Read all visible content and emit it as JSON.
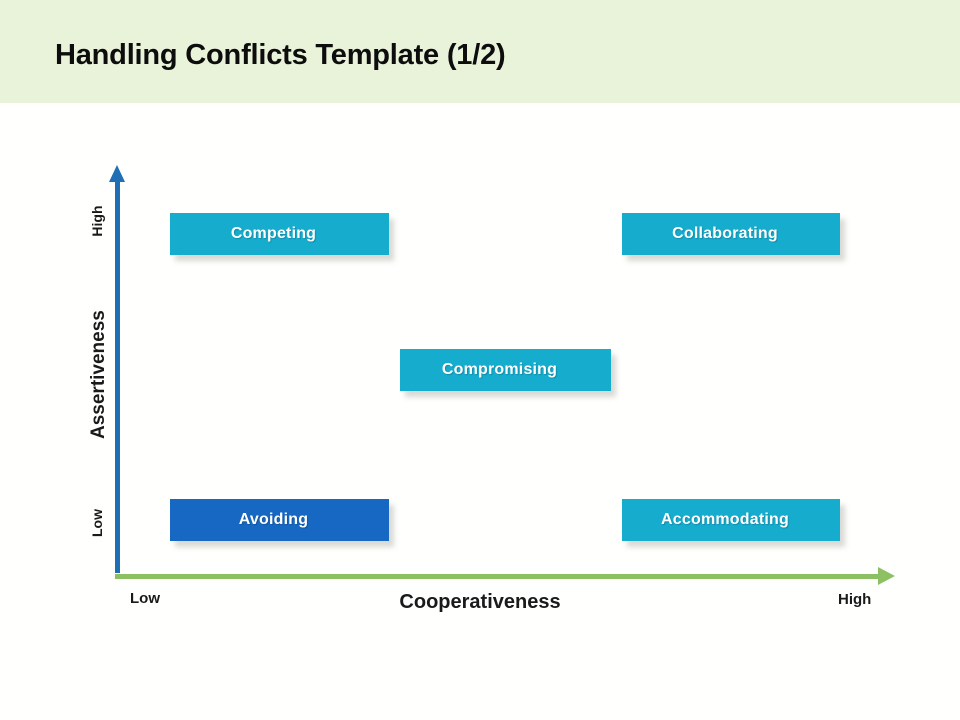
{
  "header": {
    "title": "Handling Conflicts Template (1/2)",
    "background_color": "#e9f3da",
    "title_color": "#0d0d0d"
  },
  "chart_data": {
    "type": "scatter",
    "title": "Handling Conflicts Template (1/2)",
    "xlabel": "Cooperativeness",
    "ylabel": "Assertiveness",
    "x_tick_labels": [
      "Low",
      "High"
    ],
    "y_tick_labels": [
      "Low",
      "High"
    ],
    "xlim": [
      0,
      1
    ],
    "ylim": [
      0,
      1
    ],
    "grid": false,
    "legend": "none",
    "x_axis_color": "#8cc063",
    "y_axis_color": "#1f6fb5",
    "points": [
      {
        "label": "Competing",
        "x": 0.15,
        "y": 0.88,
        "color": "#15ACCE"
      },
      {
        "label": "Collaborating",
        "x": 0.82,
        "y": 0.88,
        "color": "#15ACCE"
      },
      {
        "label": "Compromising",
        "x": 0.5,
        "y": 0.52,
        "color": "#15ACCE"
      },
      {
        "label": "Avoiding",
        "x": 0.15,
        "y": 0.12,
        "color": "#1668C2"
      },
      {
        "label": "Accommodating",
        "x": 0.82,
        "y": 0.12,
        "color": "#15ACCE"
      }
    ]
  },
  "axes": {
    "vertical": {
      "name": "Assertiveness",
      "high": "High",
      "low": "Low",
      "color": "#1f6fb5"
    },
    "horizontal": {
      "name": "Cooperativeness",
      "high": "High",
      "low": "Low",
      "color": "#8cc063"
    }
  },
  "boxes": {
    "competing": {
      "label": "Competing",
      "color": "#15ACCE"
    },
    "collaborating": {
      "label": "Collaborating",
      "color": "#15ACCE"
    },
    "compromising": {
      "label": "Compromising",
      "color": "#15ACCE"
    },
    "avoiding": {
      "label": "Avoiding",
      "color": "#1668C2"
    },
    "accommodating": {
      "label": "Accommodating",
      "color": "#15ACCE"
    }
  }
}
